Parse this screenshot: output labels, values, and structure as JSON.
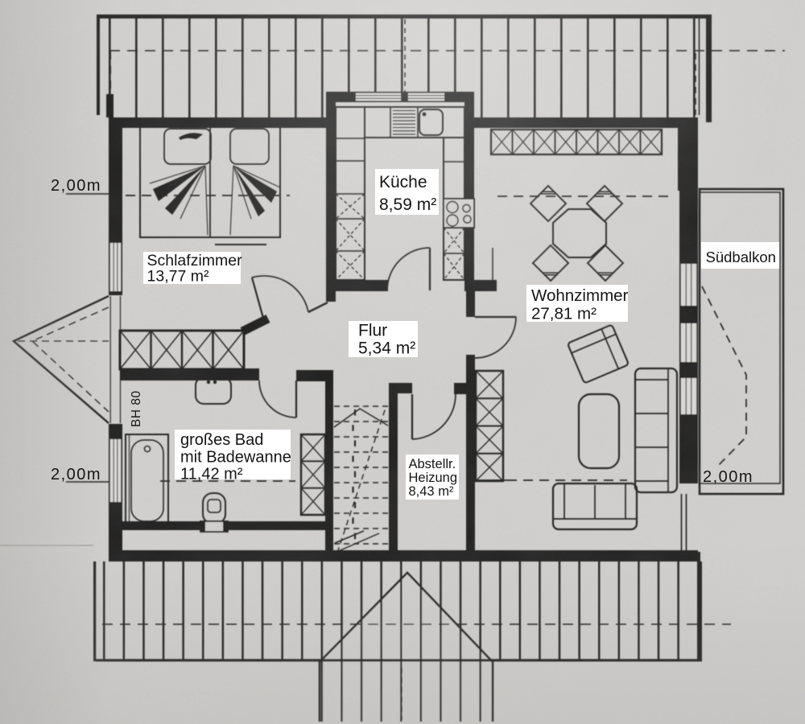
{
  "plan": {
    "type": "architectural floor plan (scanned)",
    "colors": {
      "paper": "#d2d1cf",
      "ink": "#1d1d1d",
      "label_bg": "#ffffff"
    },
    "rooms": [
      {
        "id": "schlafzimmer",
        "name": "Schlafzimmer",
        "area": "13,77 m²"
      },
      {
        "id": "kueche",
        "name": "Küche",
        "area": "8,59 m²"
      },
      {
        "id": "wohnzimmer",
        "name": "Wohnzimmer",
        "area": "27,81 m²"
      },
      {
        "id": "flur",
        "name": "Flur",
        "area": "5,34 m²"
      },
      {
        "id": "bad",
        "name": "großes Bad",
        "name2": "mit Badewanne",
        "area": "11,42 m²"
      },
      {
        "id": "abstellraum",
        "name": "Abstellr.",
        "name2": "Heizung",
        "area": "8,43 m²"
      },
      {
        "id": "suedbalkon",
        "name": "Südbalkon"
      }
    ],
    "dimension_labels": [
      {
        "id": "left-upper",
        "text": "2,00m"
      },
      {
        "id": "left-lower",
        "text": "2,00m"
      },
      {
        "id": "balcony",
        "text": "2,00m"
      }
    ],
    "annotations": [
      {
        "id": "window-height",
        "text": "BH 80"
      }
    ]
  }
}
